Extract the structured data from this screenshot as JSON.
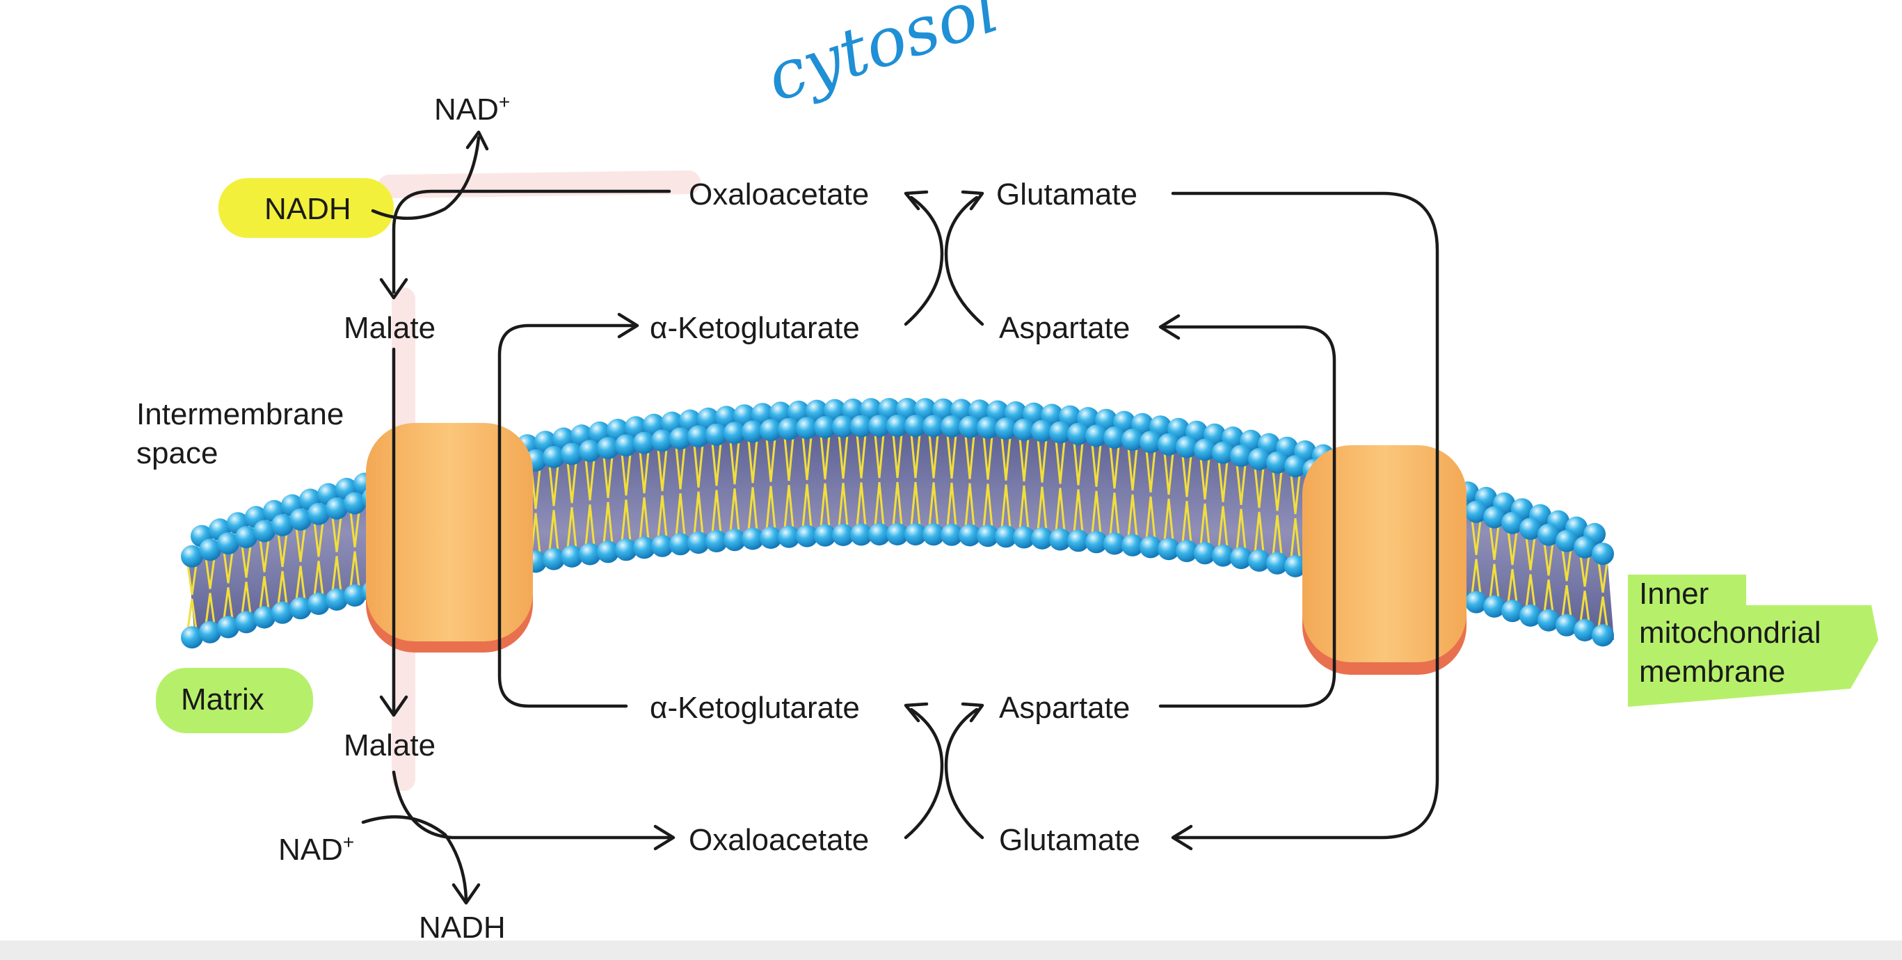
{
  "annotation": {
    "handwritten": "cytosol"
  },
  "labels": {
    "nad_top": "NAD",
    "nad_top_sup": "+",
    "nadh_top": "NADH",
    "oaa_top": "Oxaloacetate",
    "glu_top": "Glutamate",
    "malate_top": "Malate",
    "akg_top": "α-Ketoglutarate",
    "asp_top": "Aspartate",
    "intermembrane_1": "Intermembrane",
    "intermembrane_2": "space",
    "matrix": "Matrix",
    "inner_1": "Inner",
    "inner_2": "mitochondrial",
    "inner_3": "membrane",
    "akg_bottom": "α-Ketoglutarate",
    "asp_bottom": "Aspartate",
    "malate_bottom": "Malate",
    "nad_bottom": "NAD",
    "nad_bottom_sup": "+",
    "oaa_bottom": "Oxaloacetate",
    "glu_bottom": "Glutamate",
    "nadh_bottom": "NADH"
  },
  "colors": {
    "highlight_yellow": "#f2f03a",
    "highlight_green": "#b6f06a",
    "lipid_head": "#29a8e0",
    "lipid_tail": "#f2df3a",
    "membrane_core": "#6a6fa0",
    "transporter": "#f8bd6c",
    "transporter_edge": "#e8704e",
    "handwriting": "#1f8fd6"
  }
}
